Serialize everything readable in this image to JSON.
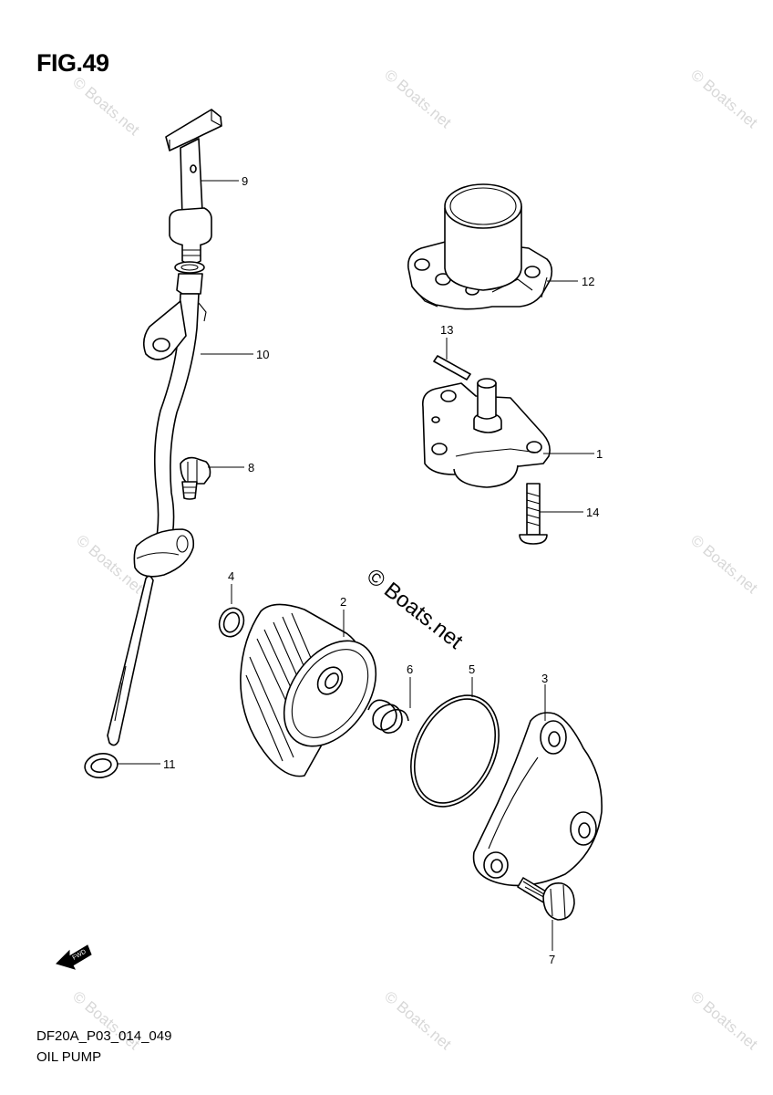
{
  "figure": {
    "title": "FIG.49"
  },
  "caption": {
    "code": "DF20A_P03_014_049",
    "name": "OIL PUMP"
  },
  "watermark": {
    "center": "© Boats.net",
    "faint": "© Boats.net"
  },
  "fwd_arrow": {
    "text": "FWD"
  },
  "parts": [
    {
      "num": "1"
    },
    {
      "num": "2"
    },
    {
      "num": "3"
    },
    {
      "num": "4"
    },
    {
      "num": "5"
    },
    {
      "num": "6"
    },
    {
      "num": "7"
    },
    {
      "num": "8"
    },
    {
      "num": "9"
    },
    {
      "num": "10"
    },
    {
      "num": "11"
    },
    {
      "num": "12"
    },
    {
      "num": "13"
    },
    {
      "num": "14"
    }
  ]
}
